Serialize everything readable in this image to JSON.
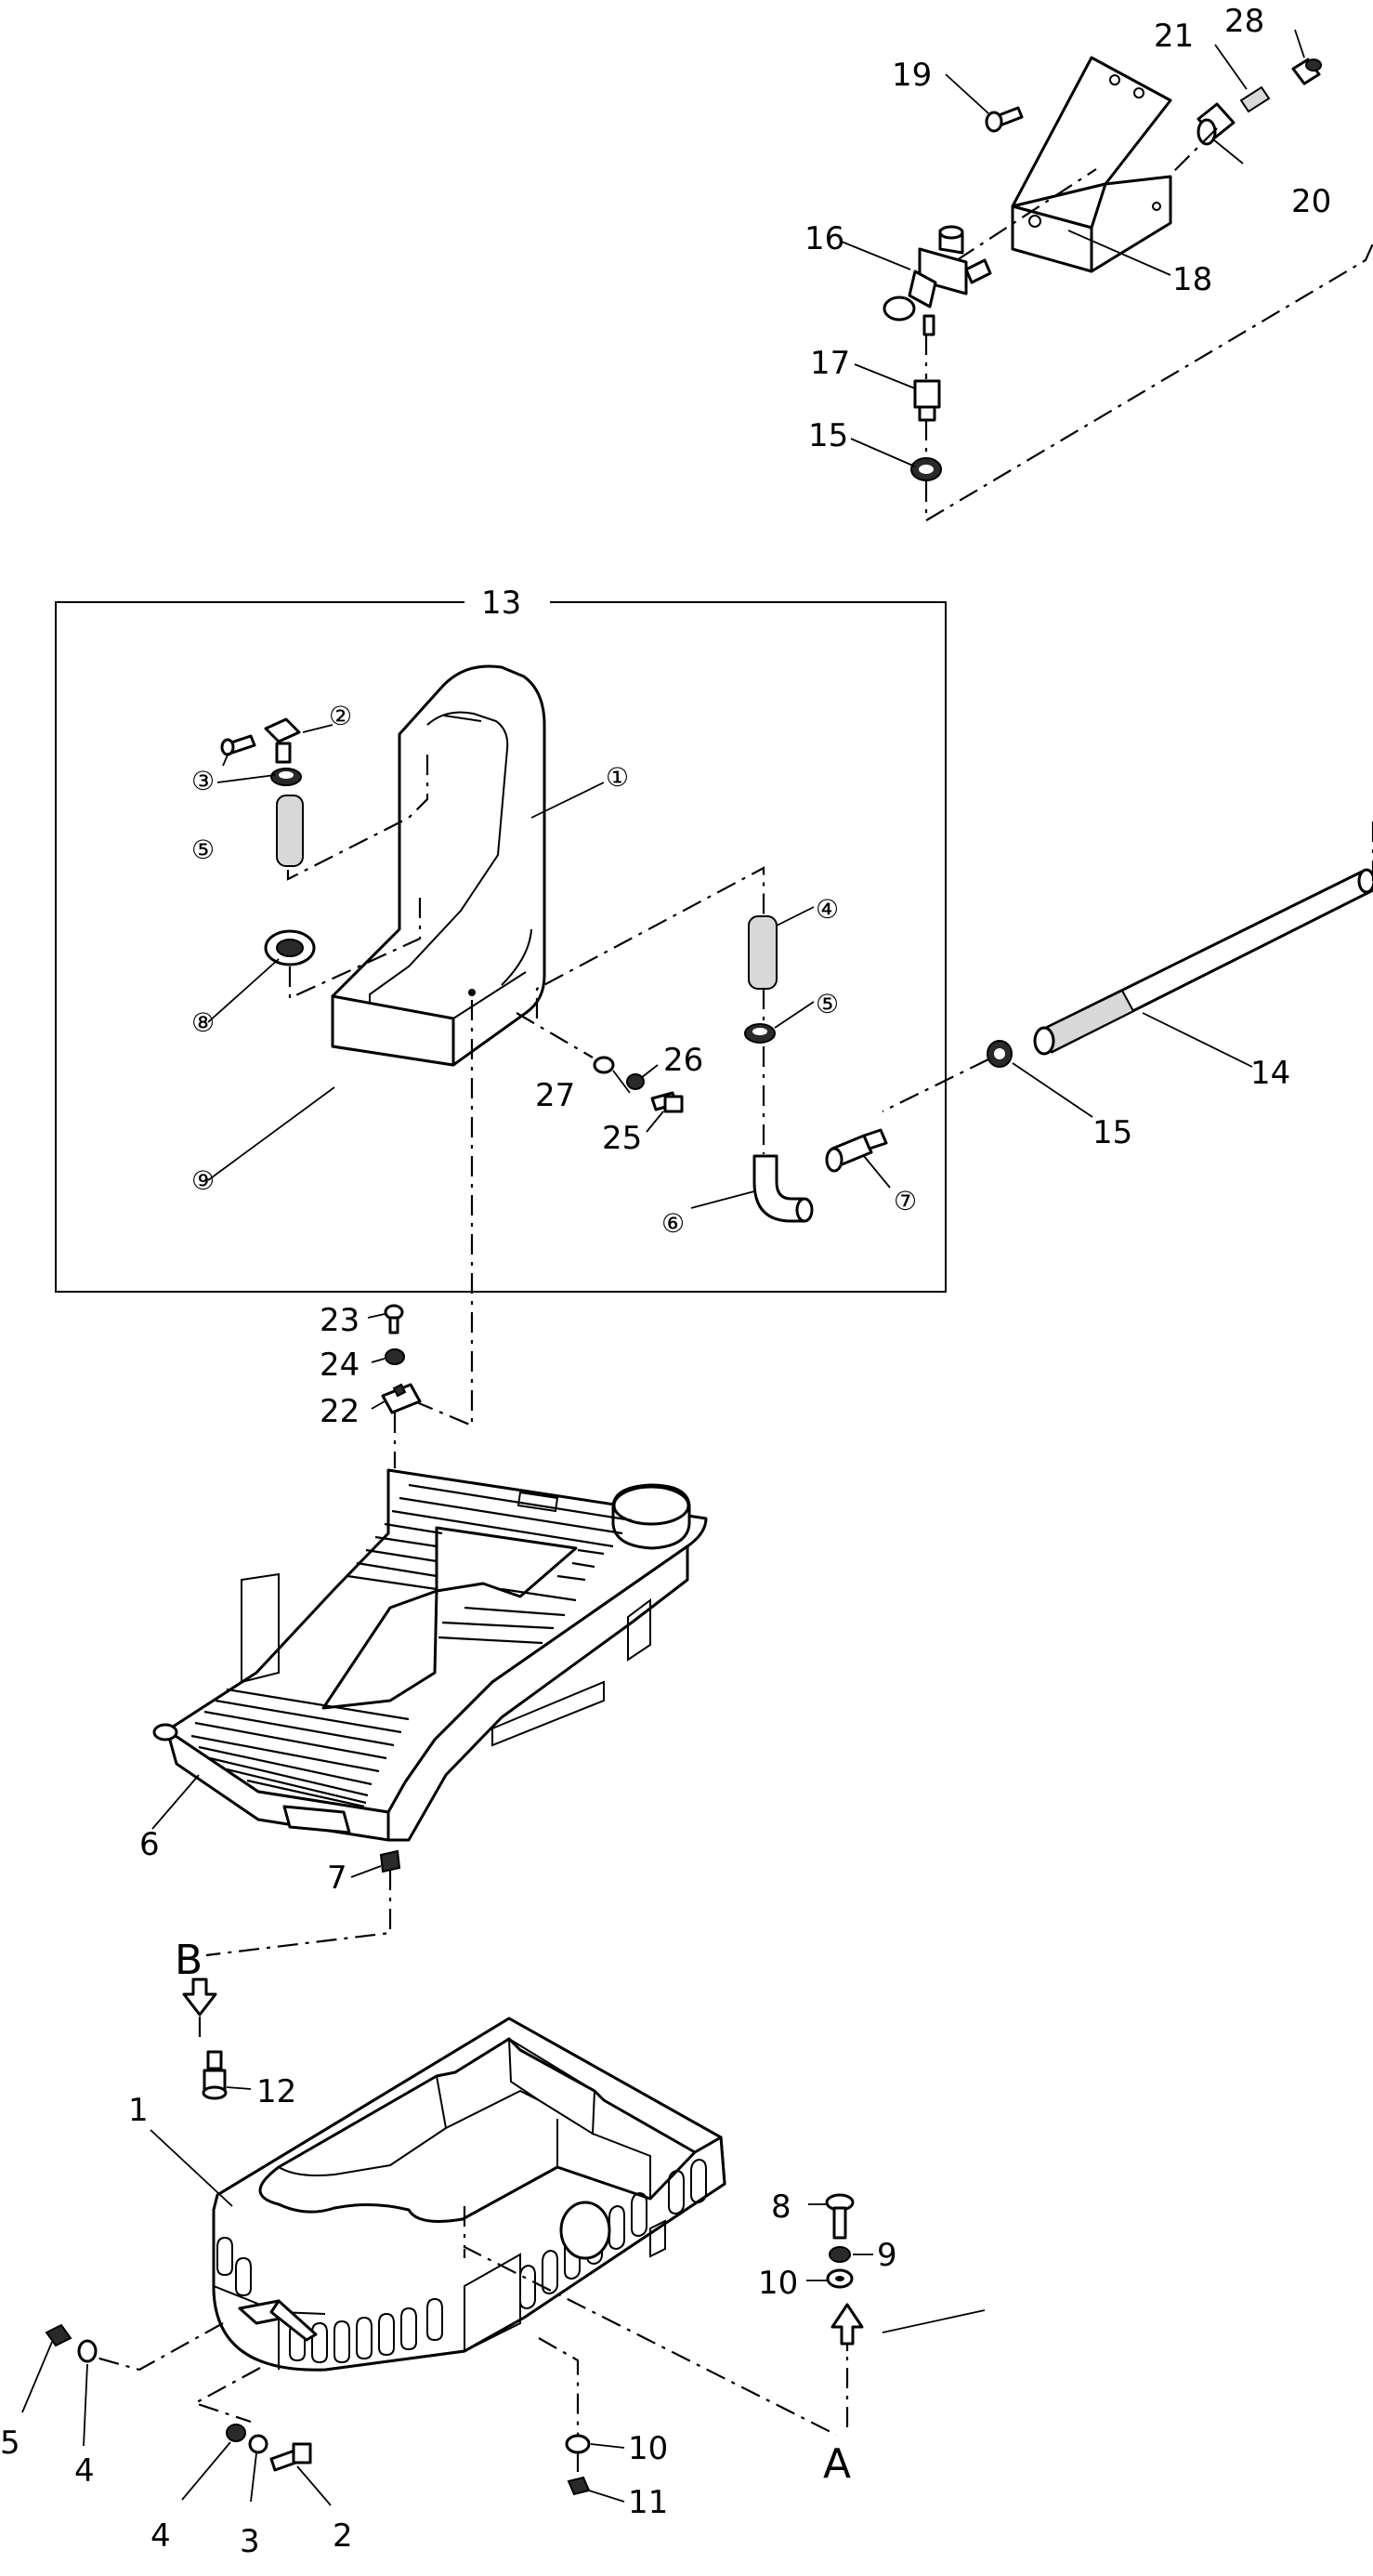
{
  "group_label": "13",
  "view_labels": {
    "b": "B",
    "a": "A"
  },
  "callouts_plain": {
    "c28": "28",
    "c21": "21",
    "c19": "19",
    "c20": "20",
    "c16": "16",
    "c18": "18",
    "c17": "17",
    "c15_top": "15",
    "c14": "14",
    "c15_mid": "15",
    "c27": "27",
    "c26": "26",
    "c25": "25",
    "c23": "23",
    "c24": "24",
    "c22": "22",
    "c6": "6",
    "c7": "7",
    "c12": "12",
    "c1": "1",
    "c8": "8",
    "c9": "9",
    "c10_right": "10",
    "c5": "5",
    "c4_left": "4",
    "c4_bottom": "4",
    "c3": "3",
    "c2": "2",
    "c10_bottom": "10",
    "c11": "11"
  },
  "callouts_circled": {
    "k1": "①",
    "k2": "②",
    "k3": "③",
    "k4": "④",
    "k5_left": "⑤",
    "k5_right": "⑤",
    "k6": "⑥",
    "k7": "⑦",
    "k8": "⑧",
    "k9": "⑨"
  }
}
